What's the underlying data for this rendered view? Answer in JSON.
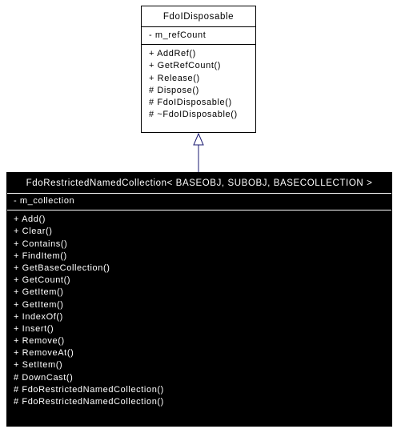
{
  "base_class": {
    "name": "FdoIDisposable",
    "attributes": [
      "- m_refCount"
    ],
    "operations": [
      "+ AddRef()",
      "+ GetRefCount()",
      "+ Release()",
      "# Dispose()",
      "# FdoIDisposable()",
      "# ~FdoIDisposable()"
    ]
  },
  "derived_class": {
    "name": "FdoRestrictedNamedCollection< BASEOBJ, SUBOBJ, BASECOLLECTION >",
    "attributes": [
      "- m_collection"
    ],
    "operations": [
      "+ Add()",
      "+ Clear()",
      "+ Contains()",
      "+ FindItem()",
      "+ GetBaseCollection()",
      "+ GetCount()",
      "+ GetItem()",
      "+ GetItem()",
      "+ IndexOf()",
      "+ Insert()",
      "+ Remove()",
      "+ RemoveAt()",
      "+ SetItem()",
      "# DownCast()",
      "# FdoRestrictedNamedCollection()",
      "# FdoRestrictedNamedCollection()"
    ]
  },
  "colors": {
    "base_fill": "#ffffff",
    "derived_fill": "#000000",
    "connector": "#191970"
  }
}
